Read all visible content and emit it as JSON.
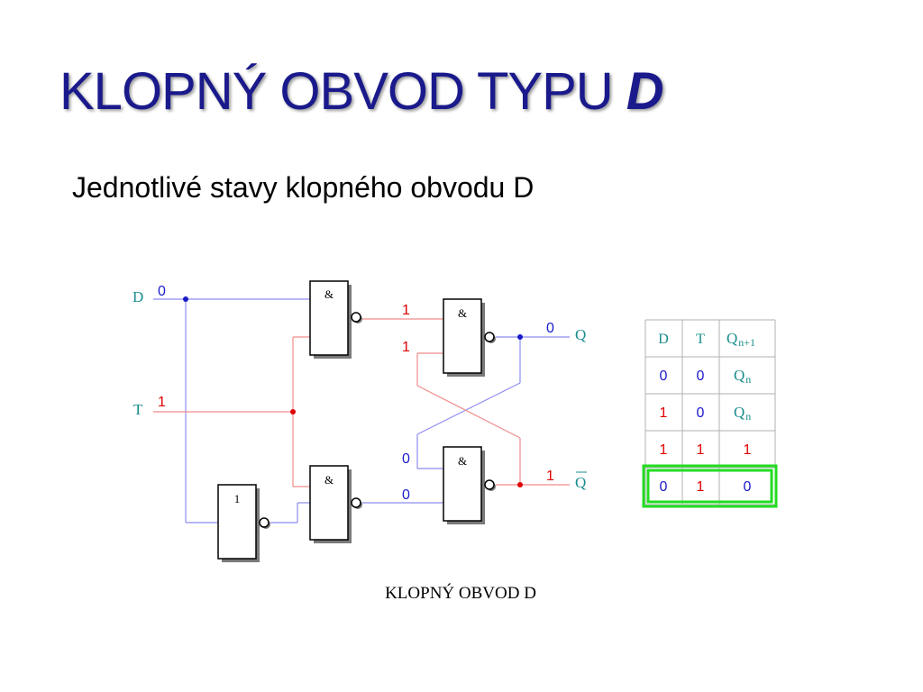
{
  "slide": {
    "title_main": "KLOPNÝ OBVOD TYPU ",
    "title_accent": "D",
    "subtitle": "Jednotlivé stavy klopného obvodu D",
    "caption": "KLOPNÝ OBVOD D"
  },
  "circuit": {
    "inputs": {
      "d_label": "D",
      "d_value": "0",
      "t_label": "T",
      "t_value": "1"
    },
    "gates": {
      "and_top_left": "&",
      "and_top_right": "&",
      "and_bottom_left": "&",
      "and_bottom_right": "&",
      "not": "1"
    },
    "signals": {
      "top_gate1_out": "1",
      "top_gate2_in": "1",
      "bottom_gate2_in_top": "0",
      "bottom_gate2_in_bottom": "0",
      "q_value": "0",
      "qbar_value": "1"
    },
    "outputs": {
      "q_label": "Q",
      "qbar_label": "Q"
    }
  },
  "truth_table": {
    "headers": {
      "d": "D",
      "t": "T",
      "q_base": "Q",
      "q_sub": "n+1"
    },
    "rows": [
      {
        "d": "0",
        "t": "0",
        "q_base": "Q",
        "q_sub": "n"
      },
      {
        "d": "1",
        "t": "0",
        "q_base": "Q",
        "q_sub": "n"
      },
      {
        "d": "1",
        "t": "1",
        "q_base": "1",
        "q_sub": ""
      },
      {
        "d": "0",
        "t": "1",
        "q_base": "0",
        "q_sub": ""
      }
    ],
    "highlight_color": "#22dd22"
  },
  "colors": {
    "title": "#1a1a8c",
    "wire_blue": "#8c8cf0",
    "wire_red": "#f08c8c",
    "value_red": "#e00000",
    "value_blue": "#1a1acc",
    "label_teal": "#1a8c8c"
  }
}
